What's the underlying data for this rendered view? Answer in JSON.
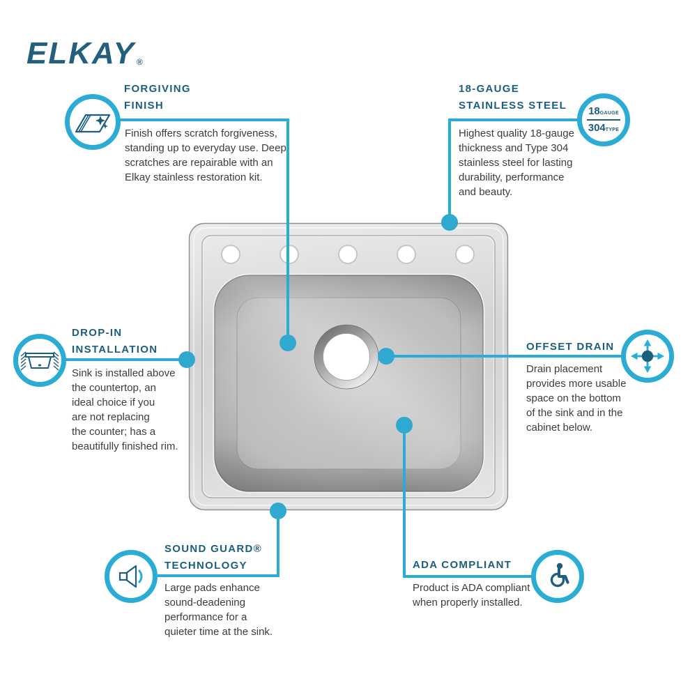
{
  "brand": {
    "logo_text": "ELKAY",
    "registered_mark": "®"
  },
  "colors": {
    "accent_cyan": "#2BACD4",
    "brand_blue": "#1B5E7E",
    "body_text": "#3C3C3C",
    "sink_steel_light": "#E6E6E6",
    "sink_steel_dark": "#9B9B9B"
  },
  "callouts": {
    "forgiving_finish": {
      "title_line1": "FORGIVING",
      "title_line2": "FINISH",
      "body": [
        "Finish offers scratch forgiveness,",
        "standing up to everyday use. Deep",
        "scratches are repairable with an",
        "Elkay stainless restoration kit."
      ],
      "icon": "sparkle-surface-icon"
    },
    "gauge_steel": {
      "title_line1": "18-GAUGE",
      "title_line2": "STAINLESS STEEL",
      "body": [
        "Highest quality 18-gauge",
        "thickness and Type 304",
        "stainless steel for lasting",
        "durability, performance",
        "and beauty."
      ],
      "icon": "gauge-type-badge-icon",
      "badge": {
        "gauge_value": "18",
        "gauge_unit": "GAUGE",
        "type_value": "304",
        "type_unit": "TYPE"
      }
    },
    "drop_in": {
      "title_line1": "DROP-IN",
      "title_line2": "INSTALLATION",
      "body": [
        "Sink is installed above",
        "the countertop, an",
        "ideal choice if you",
        "are not replacing",
        "the counter; has a",
        "beautifully finished rim."
      ],
      "icon": "drop-in-cross-section-icon"
    },
    "offset_drain": {
      "title_line1": "OFFSET DRAIN",
      "title_line2": "",
      "body": [
        "Drain placement",
        "provides more usable",
        "space on the bottom",
        "of the sink and in the",
        "cabinet below."
      ],
      "icon": "four-arrows-drain-icon"
    },
    "sound_guard": {
      "title_line1": "SOUND GUARD®",
      "title_line2": "TECHNOLOGY",
      "body": [
        "Large pads enhance",
        "sound-deadening",
        "performance for a",
        "quieter time at the sink."
      ],
      "icon": "speaker-icon"
    },
    "ada": {
      "title_line1": "ADA COMPLIANT",
      "title_line2": "",
      "body": [
        "Product is ADA compliant",
        "when properly installed."
      ],
      "icon": "wheelchair-icon"
    }
  }
}
